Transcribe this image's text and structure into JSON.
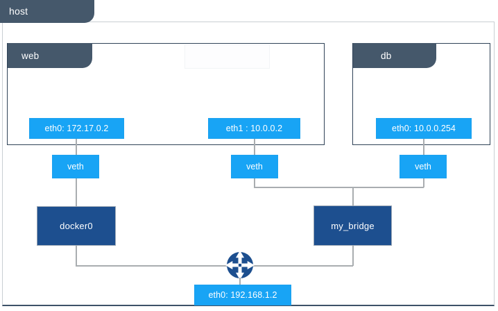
{
  "diagram": {
    "title": "docker-host-networking",
    "type": "network-topology"
  },
  "host": {
    "label": "host",
    "tab_color": "#45586b",
    "frame_border_color": "#c9ced3"
  },
  "containers": [
    {
      "id": "web",
      "label": "web",
      "interfaces": [
        {
          "id": "web-eth0",
          "label": "eth0: 172.17.0.2"
        },
        {
          "id": "web-eth1",
          "label": "eth1 : 10.0.0.2"
        }
      ]
    },
    {
      "id": "db",
      "label": "db",
      "interfaces": [
        {
          "id": "db-eth0",
          "label": "eth0: 10.0.0.254"
        }
      ]
    }
  ],
  "veths": [
    {
      "id": "veth-1",
      "label": "veth"
    },
    {
      "id": "veth-2",
      "label": "veth"
    },
    {
      "id": "veth-3",
      "label": "veth"
    }
  ],
  "bridges": [
    {
      "id": "docker0",
      "label": "docker0"
    },
    {
      "id": "my_bridge",
      "label": "my_bridge"
    }
  ],
  "router": {
    "id": "router",
    "icon": "router-four-arrows-icon"
  },
  "host_interface": {
    "id": "host-eth0",
    "label": "eth0: 192.168.1.2"
  },
  "colors": {
    "tab_slate": "#45586b",
    "iface_blue": "#18a4f5",
    "bridge_blue": "#1d4f8f",
    "line_gray": "#a9adb0",
    "container_border": "#2f4257"
  }
}
